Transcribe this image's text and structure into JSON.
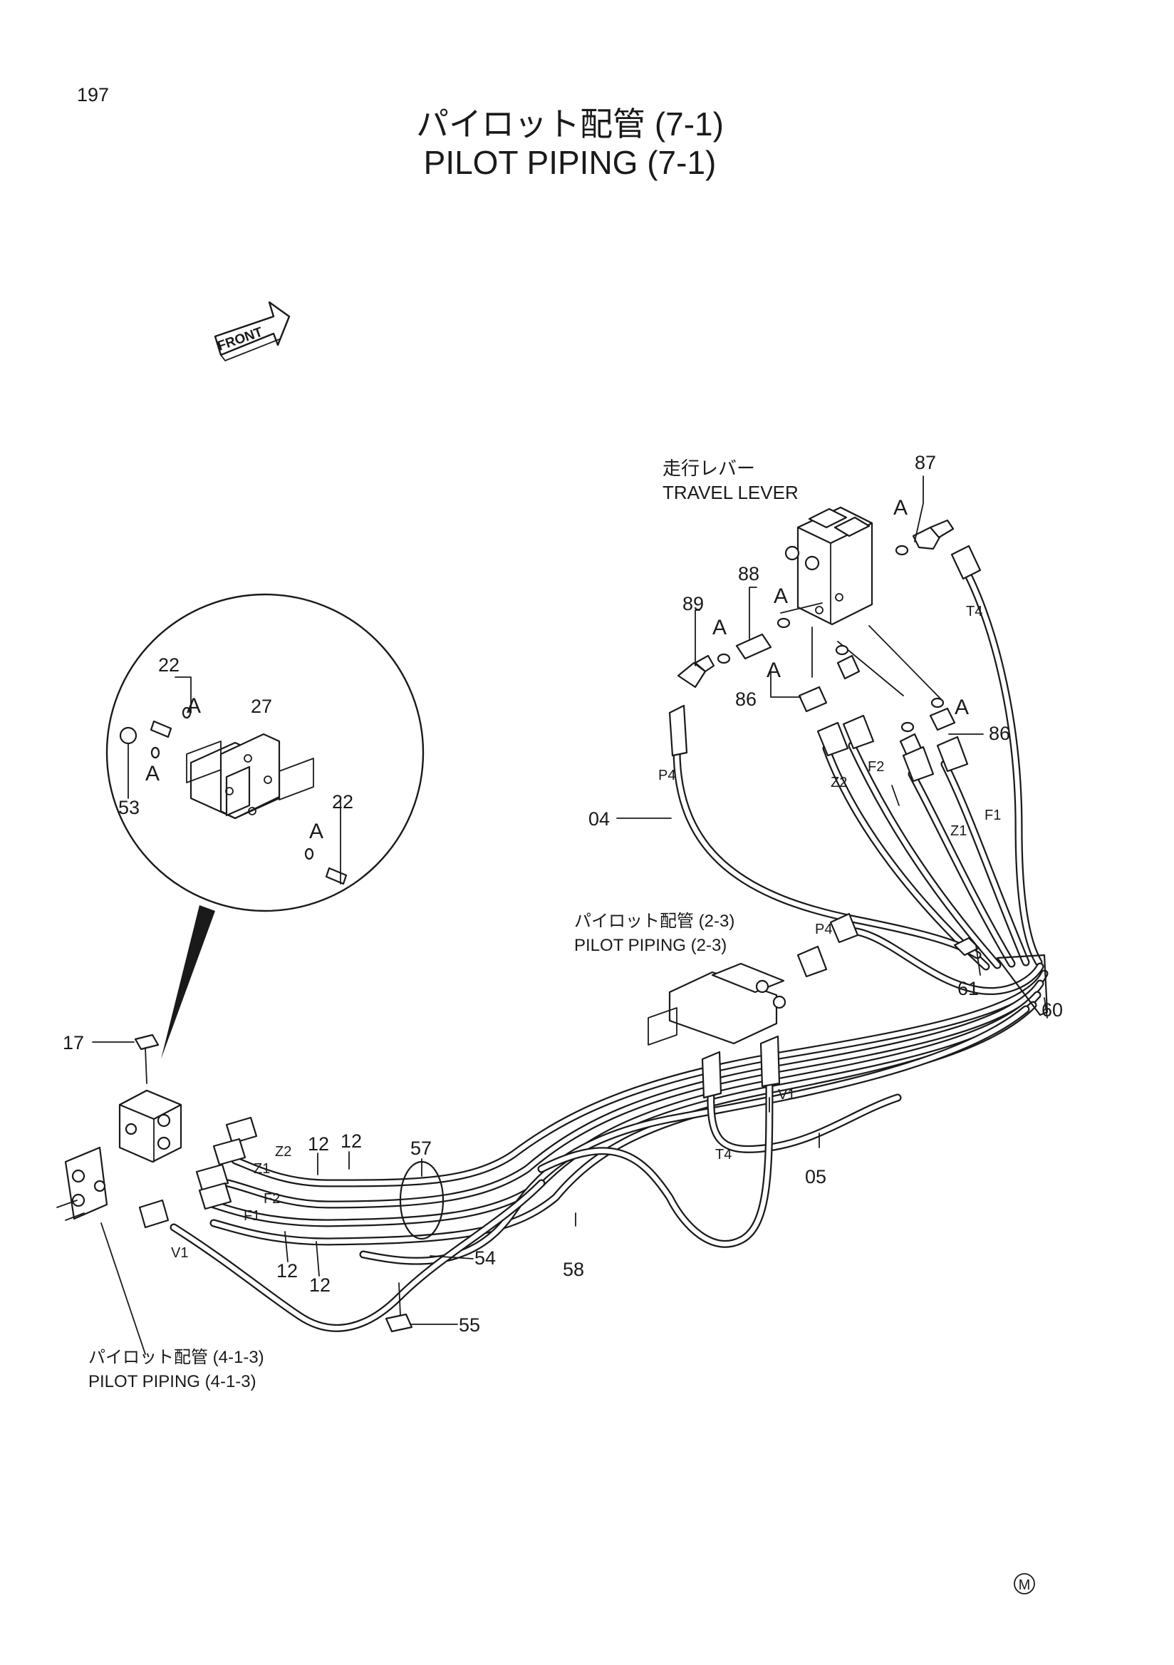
{
  "page_number": "197",
  "title": {
    "jp": "パイロット配管 (7-1)",
    "en": "PILOT PIPING (7-1)"
  },
  "front_badge": "FRONT",
  "references": {
    "travel_lever": {
      "jp": "走行レバー",
      "en": "TRAVEL LEVER"
    },
    "pilot_piping_2_3": {
      "jp": "パイロット配管 (2-3)",
      "en": "PILOT PIPING (2-3)"
    },
    "pilot_piping_4_1_3": {
      "jp": "パイロット配管 (4-1-3)",
      "en": "PILOT PIPING (4-1-3)"
    }
  },
  "part_callouts": {
    "p04": "04",
    "p05": "05",
    "p12": "12",
    "p17": "17",
    "p22": "22",
    "p27": "27",
    "p53": "53",
    "p54": "54",
    "p55": "55",
    "p57": "57",
    "p58": "58",
    "p60": "60",
    "p61": "61",
    "p86": "86",
    "p87": "87",
    "p88": "88",
    "p89": "89"
  },
  "port_labels": {
    "p4": "P4",
    "t4": "T4",
    "z1": "Z1",
    "z2": "Z2",
    "f1": "F1",
    "f2": "F2",
    "v1": "V1"
  },
  "detail_marker": "A",
  "footer_mark": "M"
}
